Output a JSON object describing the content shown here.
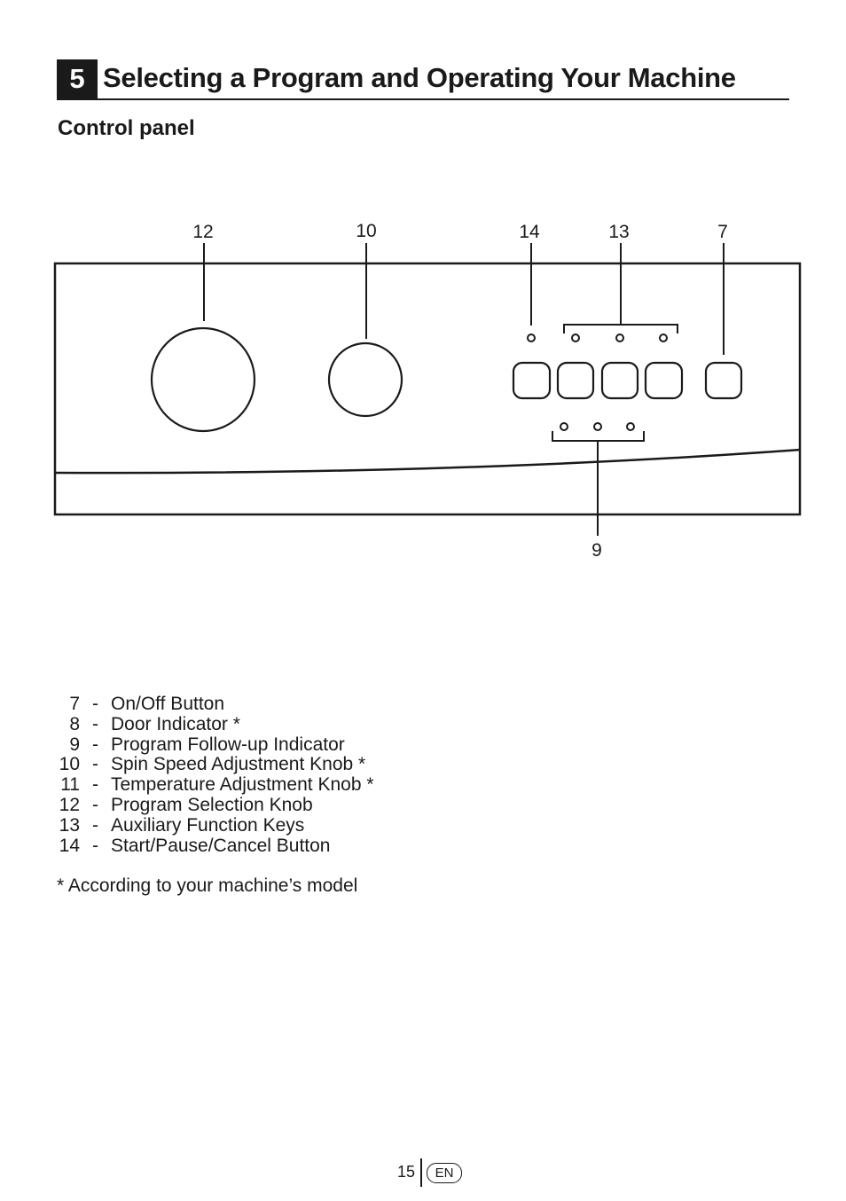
{
  "section": {
    "number": "5",
    "title": "Selecting a Program and Operating Your Machine"
  },
  "subsection": {
    "title": "Control panel"
  },
  "diagram": {
    "callouts": {
      "program_selection_knob": "12",
      "spin_speed_knob": "10",
      "start_pause_button": "14",
      "auxiliary_keys": "13",
      "on_off_button": "7",
      "program_follow_up": "9"
    }
  },
  "legend": {
    "items": [
      {
        "number": "7",
        "label": "On/Off Button"
      },
      {
        "number": "8",
        "label": "Door Indicator *"
      },
      {
        "number": "9",
        "label": "Program Follow-up Indicator"
      },
      {
        "number": "10",
        "label": "Spin Speed Adjustment Knob *"
      },
      {
        "number": "11",
        "label": "Temperature Adjustment Knob *"
      },
      {
        "number": "12",
        "label": "Program Selection Knob"
      },
      {
        "number": "13",
        "label": "Auxiliary Function Keys"
      },
      {
        "number": "14",
        "label": "Start/Pause/Cancel Button"
      }
    ]
  },
  "footnote": "* According to your machine’s model",
  "footer": {
    "page_number": "15",
    "language": "EN"
  }
}
